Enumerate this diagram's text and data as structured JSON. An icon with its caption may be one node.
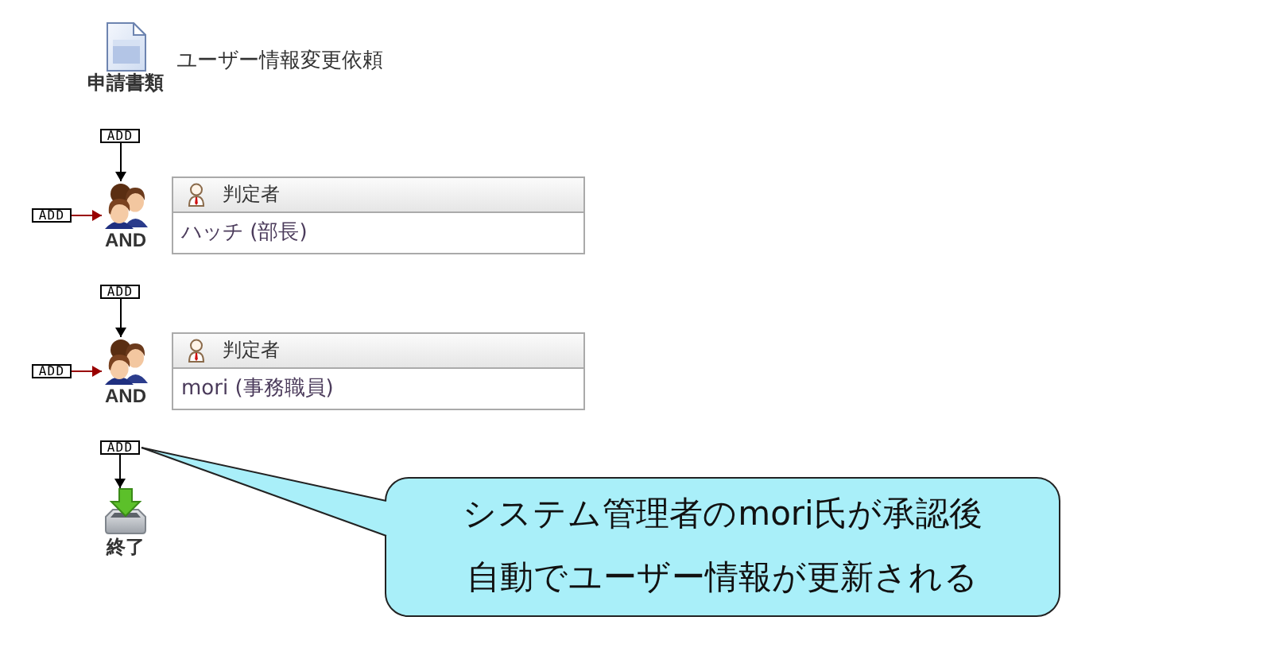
{
  "diagram": {
    "nodes": [
      {
        "text": [
          "申請書類"
        ],
        "beside": [
          "ユーザー情報変更依頼"
        ]
      },
      {
        "text": [
          "ADD"
        ]
      },
      {
        "text": [
          "ADD"
        ]
      },
      {
        "text": [
          "AND"
        ]
      },
      {
        "text": [
          "判定者",
          "ハッチ (部長)"
        ]
      },
      {
        "text": [
          "ADD"
        ]
      },
      {
        "text": [
          "ADD"
        ]
      },
      {
        "text": [
          "AND"
        ]
      },
      {
        "text": [
          "判定者",
          "mori (事務職員)"
        ]
      },
      {
        "text": [
          "ADD"
        ]
      },
      {
        "text": [
          "終了"
        ]
      },
      {
        "text": [
          "システム管理者のmori氏が承認後",
          "自動でユーザー情報が更新される"
        ]
      }
    ],
    "edges": [
      {
        "from": 1,
        "to": 3,
        "arrow": "to"
      },
      {
        "from": 2,
        "to": 3,
        "arrow": "to",
        "color": "#990000"
      },
      {
        "from": 5,
        "to": 7,
        "arrow": "to"
      },
      {
        "from": 6,
        "to": 7,
        "arrow": "to",
        "color": "#990000"
      },
      {
        "from": 9,
        "to": 10,
        "arrow": "to"
      },
      {
        "from": 11,
        "to": 9,
        "arrow": "none"
      }
    ]
  }
}
